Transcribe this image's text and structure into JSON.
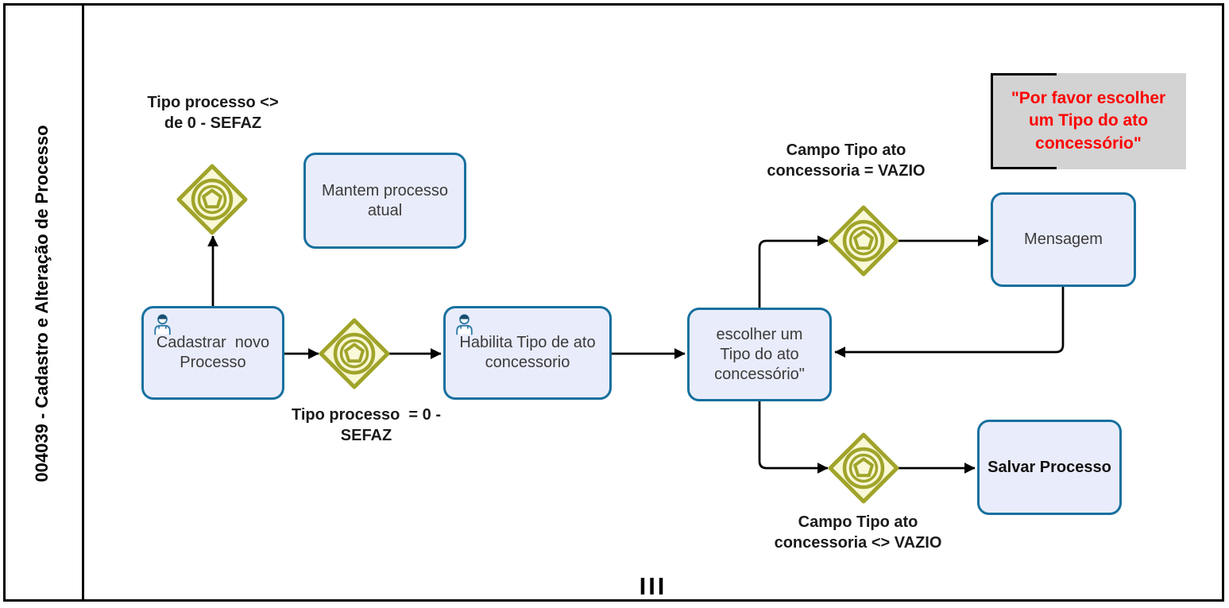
{
  "lane": {
    "title": "004039 - Cadastro e Alteração de Processo"
  },
  "pool_marker": "III",
  "tasks": {
    "mantem": {
      "label": "Mantem processo\natual"
    },
    "cadastrar": {
      "label": "Cadastrar  novo\nProcesso",
      "icon": "user-icon"
    },
    "habilita": {
      "label": "Habilita Tipo de ato\nconcessorio",
      "icon": "user-icon"
    },
    "escolher": {
      "label": "escolher um\nTipo do ato\nconcessório\""
    },
    "mensagem": {
      "label": "Mensagem"
    },
    "salvar": {
      "label": "Salvar Processo"
    }
  },
  "gateways": {
    "tipo_processo_diff": {
      "type": "event-based-gateway-icon"
    },
    "tipo_processo_eq": {
      "type": "event-based-gateway-icon"
    },
    "campo_vazio_eq": {
      "type": "event-based-gateway-icon"
    },
    "campo_vazio_diff": {
      "type": "event-based-gateway-icon"
    }
  },
  "labels": {
    "tipo_diff": "Tipo processo <>\nde 0 - SEFAZ",
    "tipo_eq": "Tipo processo  = 0 -\nSEFAZ",
    "campo_eq": "Campo Tipo ato\nconcessoria = VAZIO",
    "campo_diff": "Campo Tipo ato\nconcessoria <> VAZIO"
  },
  "annotation": {
    "text": "\"Por favor escolher\num Tipo do ato\nconcessório\""
  },
  "colors": {
    "task-border": "#17709f",
    "task-fill": "#e9ecfa",
    "task-text": "#3b3b3b",
    "gateway-border": "#a0a42a",
    "gateway-fill": "#f9f8d7",
    "label-text": "#1a1a1a",
    "annotation-fill": "#d3d3d3",
    "annotation-text": "#ff0000",
    "connector": "#000000",
    "user-icon-blue": "#2c79a5",
    "user-icon-cap": "#1a4c6e"
  }
}
